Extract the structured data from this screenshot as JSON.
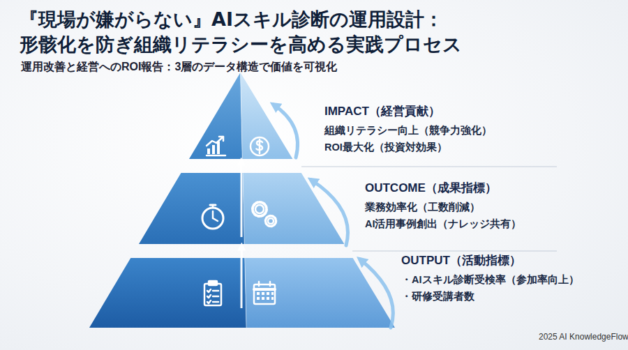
{
  "diagram": {
    "title": "『現場が嫌がらない』AIスキル診断の運用設計： 形骸化を防ぎ組織リテラシーを高める実践プロセス",
    "nodes": [
      {
        "text": [
          "IMPACT（経営貢献）",
          "組織リテラシー向上（競争力強化）",
          "ROI最大化（投資対効果）"
        ]
      },
      {
        "text": [
          "OUTCOME（成果指標）",
          "業務効率化（工数削減）",
          "AI活用事例創出（ナレッジ共有）"
        ]
      },
      {
        "text": [
          "OUTPUT（活動指標）",
          "・AIスキル診断受検率（参加率向上）",
          "・研修受講者数"
        ]
      }
    ],
    "edges": [
      {
        "from": 2,
        "to": 1,
        "arrow": "to"
      },
      {
        "from": 1,
        "to": 0,
        "arrow": "to"
      }
    ],
    "labels": [
      "運用改善と経営へのROI報告：3層のデータ構造で価値を可視化",
      "2025 AI KnowledgeFlow"
    ]
  }
}
